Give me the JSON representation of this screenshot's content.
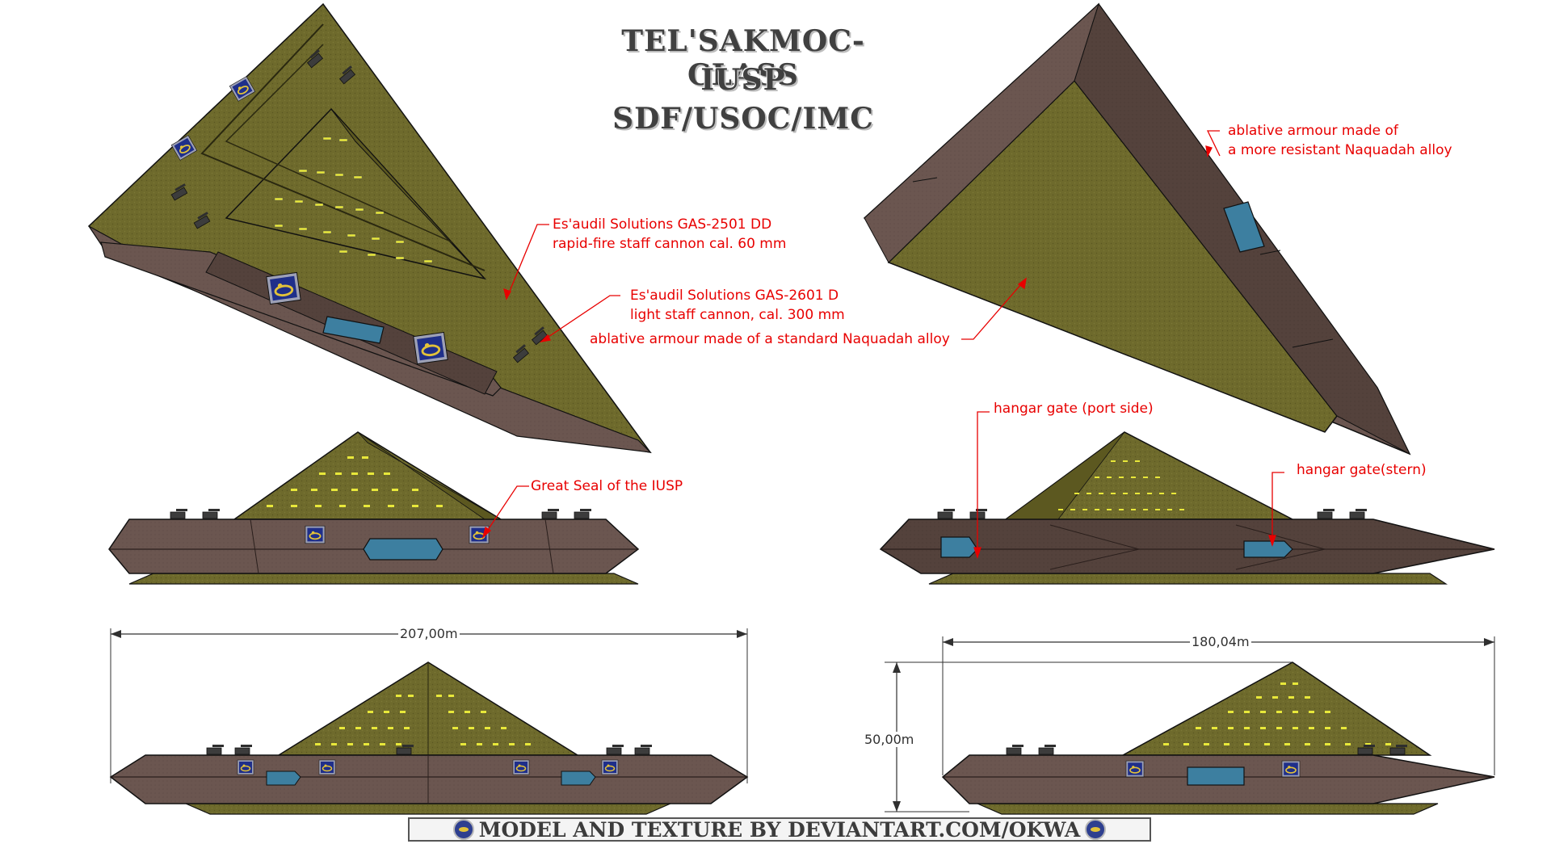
{
  "title": {
    "line1": "TEL'SAKMOC-CLASS",
    "line2": "IUSP",
    "line3": "SDF/USOC/IMC"
  },
  "labels": {
    "gas2501_line1": "Es'audil Solutions GAS-2501 DD",
    "gas2501_line2": "rapid-fire staff cannon cal. 60 mm",
    "gas2601_line1": "Es'audil Solutions GAS-2601 D",
    "gas2601_line2": "light staff cannon, cal. 300 mm",
    "armour_standard": "ablative armour made of a standard Naquadah alloy",
    "armour_resistant_line1": "ablative armour made of",
    "armour_resistant_line2": "a more resistant Naquadah alloy",
    "hangar_port": "hangar gate (port side)",
    "hangar_stern": "hangar gate(stern)",
    "great_seal": "Great Seal of the IUSP"
  },
  "dimensions": {
    "length": "207,00m",
    "width": "180,04m",
    "height": "50,00m"
  },
  "credit": "MODEL AND TEXTURE BY DEVIANTART.COM/OKWA",
  "colors": {
    "hull": "#6b5650",
    "hull_dark": "#4f3d38",
    "olive": "#6e6a2c",
    "olive_dark": "#4a4619",
    "window": "#e8e83a",
    "seal": "#1f2f8a",
    "gate": "#3d7fa0",
    "label": "#e80000"
  }
}
